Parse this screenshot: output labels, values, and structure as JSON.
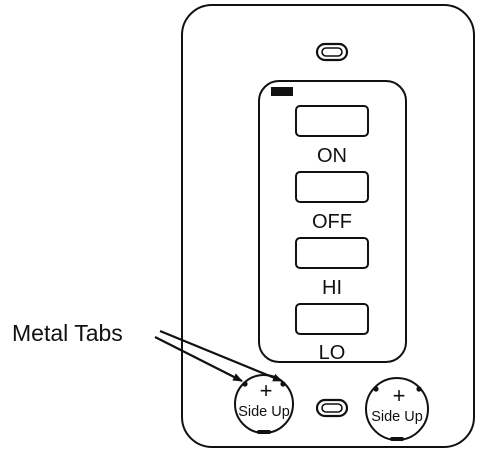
{
  "callout": {
    "label": "Metal Tabs"
  },
  "buttons": [
    {
      "label": "ON"
    },
    {
      "label": "OFF"
    },
    {
      "label": "HI"
    },
    {
      "label": "LO"
    }
  ],
  "battery_left": {
    "plus": "+",
    "label": "Side Up"
  },
  "battery_right": {
    "plus": "+",
    "label": "Side Up"
  },
  "colors": {
    "stroke": "#111111",
    "fill": "#ffffff"
  }
}
